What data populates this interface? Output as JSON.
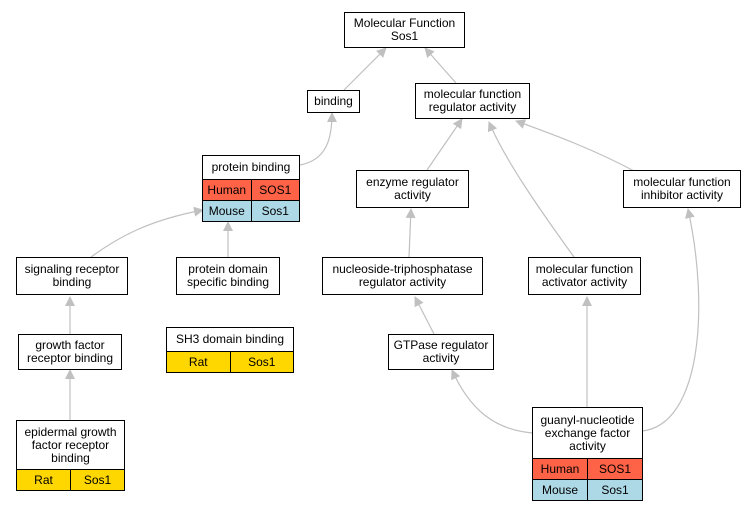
{
  "nodes": {
    "root": "Molecular Function\nSos1",
    "binding": "binding",
    "mfra": "molecular function\nregulator activity",
    "protein_binding": "protein binding",
    "enzyme_regulator": "enzyme regulator\nactivity",
    "mfia": "molecular function\ninhibitor activity",
    "signaling_receptor": "signaling receptor\nbinding",
    "protein_domain": "protein domain\nspecific binding",
    "ntpase_regulator": "nucleoside-triphosphatase\nregulator activity",
    "mfaa": "molecular function\nactivator activity",
    "growth_factor": "growth factor\nreceptor binding",
    "sh3": "SH3 domain binding",
    "gtpase": "GTPase regulator\nactivity",
    "egfr": "epidermal growth\nfactor receptor\nbinding",
    "gnef": "guanyl-nucleotide\nexchange factor\nactivity"
  },
  "annotations": {
    "protein_binding": [
      {
        "species": "Human",
        "gene": "SOS1"
      },
      {
        "species": "Mouse",
        "gene": "Sos1"
      }
    ],
    "sh3": [
      {
        "species": "Rat",
        "gene": "Sos1"
      }
    ],
    "egfr": [
      {
        "species": "Rat",
        "gene": "Sos1"
      }
    ],
    "gnef": [
      {
        "species": "Human",
        "gene": "SOS1"
      },
      {
        "species": "Mouse",
        "gene": "Sos1"
      }
    ]
  },
  "colors": {
    "human": "#ff6347",
    "mouse": "#add8e6",
    "rat": "#ffd700",
    "edge": "#c0c0c0"
  }
}
